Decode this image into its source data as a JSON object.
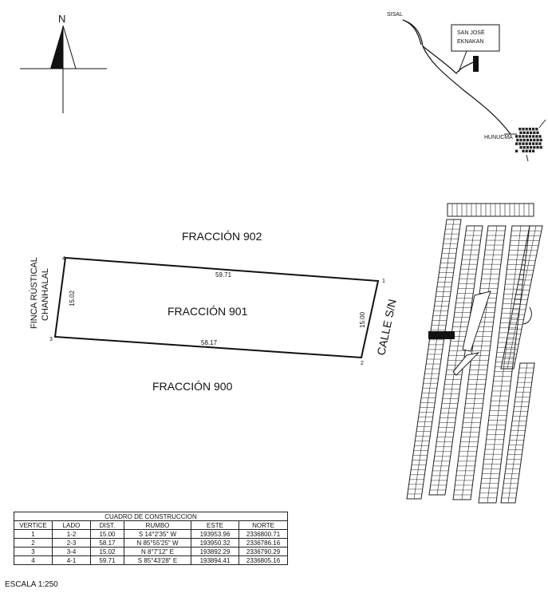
{
  "north": {
    "label": "N"
  },
  "lot": {
    "name": "FRACCIÓN 901",
    "north_neighbor": "FRACCIÓN 902",
    "south_neighbor": "FRACCIÓN 900",
    "west_neighbor_line1": "FINCA RÚSTICAL",
    "west_neighbor_line2": "CHANHALAL",
    "east_neighbor": "CALLE S/N",
    "vertices": [
      "1",
      "2",
      "3",
      "4"
    ],
    "sides": {
      "north": "59.71",
      "east": "15.00",
      "south": "58.17",
      "west": "15.02"
    }
  },
  "location_map": {
    "sisal": "SISAL",
    "san_jose_line1": "SAN JOSÉ",
    "san_jose_line2": "EKNAKAN",
    "hunucma": "HUNUCMA"
  },
  "table": {
    "title": "CUADRO DE CONSTRUCCION",
    "headers": [
      "VERTICE",
      "LADO",
      "DIST.",
      "RUMBO",
      "ESTE",
      "NORTE"
    ],
    "rows": [
      [
        "1",
        "1-2",
        "15.00",
        "S 14°2'35\" W",
        "193953.96",
        "2336800.71"
      ],
      [
        "2",
        "2-3",
        "58.17",
        "N 85°55'25\" W",
        "193950.32",
        "2336786.16"
      ],
      [
        "3",
        "3-4",
        "15.02",
        "N 8°7'12\" E",
        "193892.29",
        "2336790.29"
      ],
      [
        "4",
        "4-1",
        "59.71",
        "S 85°43'28\" E",
        "193894.41",
        "2336805.16"
      ]
    ]
  },
  "scale": "ESCALA 1:250"
}
